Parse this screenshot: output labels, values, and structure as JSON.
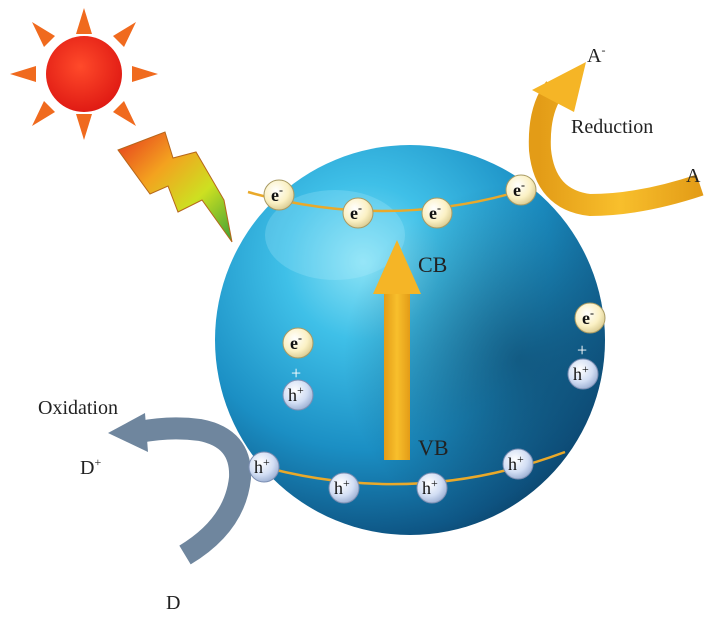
{
  "labels": {
    "cb": "CB",
    "vb": "VB",
    "reduction": "Reduction",
    "oxidation": "Oxidation",
    "a_minus_base": "A",
    "a_minus_sup": "-",
    "a": "A",
    "d_plus_base": "D",
    "d_plus_sup": "+",
    "d": "D",
    "plus_sign": "+"
  },
  "particles": {
    "electron_base": "e",
    "electron_sup": "-",
    "hole_base": "h",
    "hole_sup": "+"
  },
  "colors": {
    "sphere_light": "#5fd0ee",
    "sphere_mid": "#1ea5d6",
    "sphere_dark": "#0b3f63",
    "band_line": "#e9a92a",
    "arrow_gold": "#f3b222",
    "arrow_grey_blue": "#6f869e",
    "sun_red": "#e8231c",
    "sun_ray": "#f06a1e",
    "electron_fill": "#fbf1c4",
    "hole_fill": "#cfdcf3"
  },
  "icons": {
    "sun": "sun-icon",
    "lightning": "lightning-bolt-icon"
  }
}
